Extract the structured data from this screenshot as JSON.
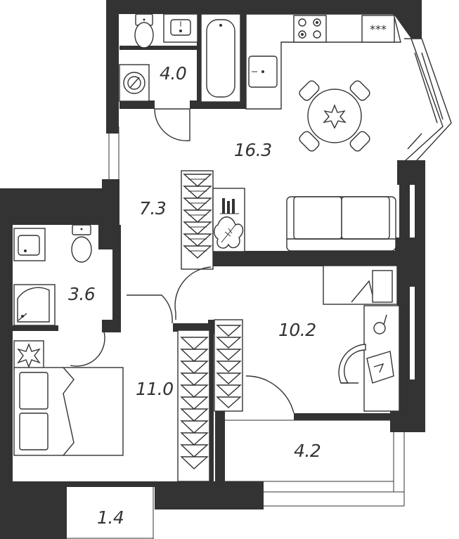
{
  "plan": {
    "wall_color": "#333333",
    "background": "#ffffff",
    "rooms": [
      {
        "id": "bathroom",
        "label": "4.0"
      },
      {
        "id": "kitchen-living",
        "label": "16.3"
      },
      {
        "id": "hallway",
        "label": "7.3"
      },
      {
        "id": "toilet-bathroom",
        "label": "3.6"
      },
      {
        "id": "bedroom",
        "label": "10.2"
      },
      {
        "id": "bedroom-main",
        "label": "11.0"
      },
      {
        "id": "loggia",
        "label": "4.2"
      },
      {
        "id": "entrance",
        "label": "1.4"
      }
    ],
    "icons": {
      "hob-mark": "***"
    }
  }
}
